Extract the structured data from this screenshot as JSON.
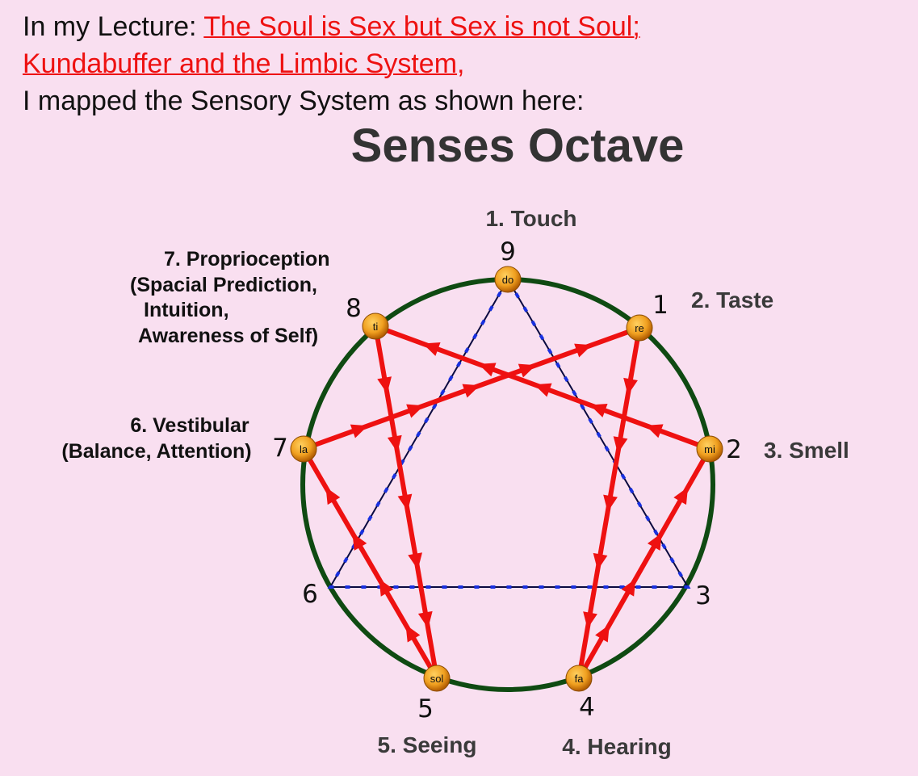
{
  "intro": {
    "prefix": "In my Lecture: ",
    "link1": "The Soul is Sex but Sex is not Soul;",
    "link2": "Kundabuffer and the Limbic System",
    "comma": ",",
    "line3": "I mapped the Sensory System as shown here:"
  },
  "diagram": {
    "title": "Senses Octave",
    "colors": {
      "circle": "#0f4a12",
      "arrows": "#ee1111",
      "triangle": "#1020c0",
      "node_fill": "#f0a020",
      "background": "#f9dff0"
    },
    "points": [
      {
        "number": "9",
        "note": "do"
      },
      {
        "number": "1",
        "note": "re"
      },
      {
        "number": "2",
        "note": "mi"
      },
      {
        "number": "3",
        "note": ""
      },
      {
        "number": "4",
        "note": "fa"
      },
      {
        "number": "5",
        "note": "sol"
      },
      {
        "number": "6",
        "note": ""
      },
      {
        "number": "7",
        "note": "la"
      },
      {
        "number": "8",
        "note": "ti"
      }
    ],
    "senses": {
      "touch": "1. Touch",
      "taste": "2. Taste",
      "smell": "3. Smell",
      "hearing": "4. Hearing",
      "seeing": "5. Seeing",
      "vestibular": [
        "6. Vestibular",
        "(Balance, Attention)"
      ],
      "proprioception": [
        "7. Proprioception",
        "(Spacial Prediction,",
        "Intuition,",
        "Awareness of Self)"
      ]
    }
  }
}
